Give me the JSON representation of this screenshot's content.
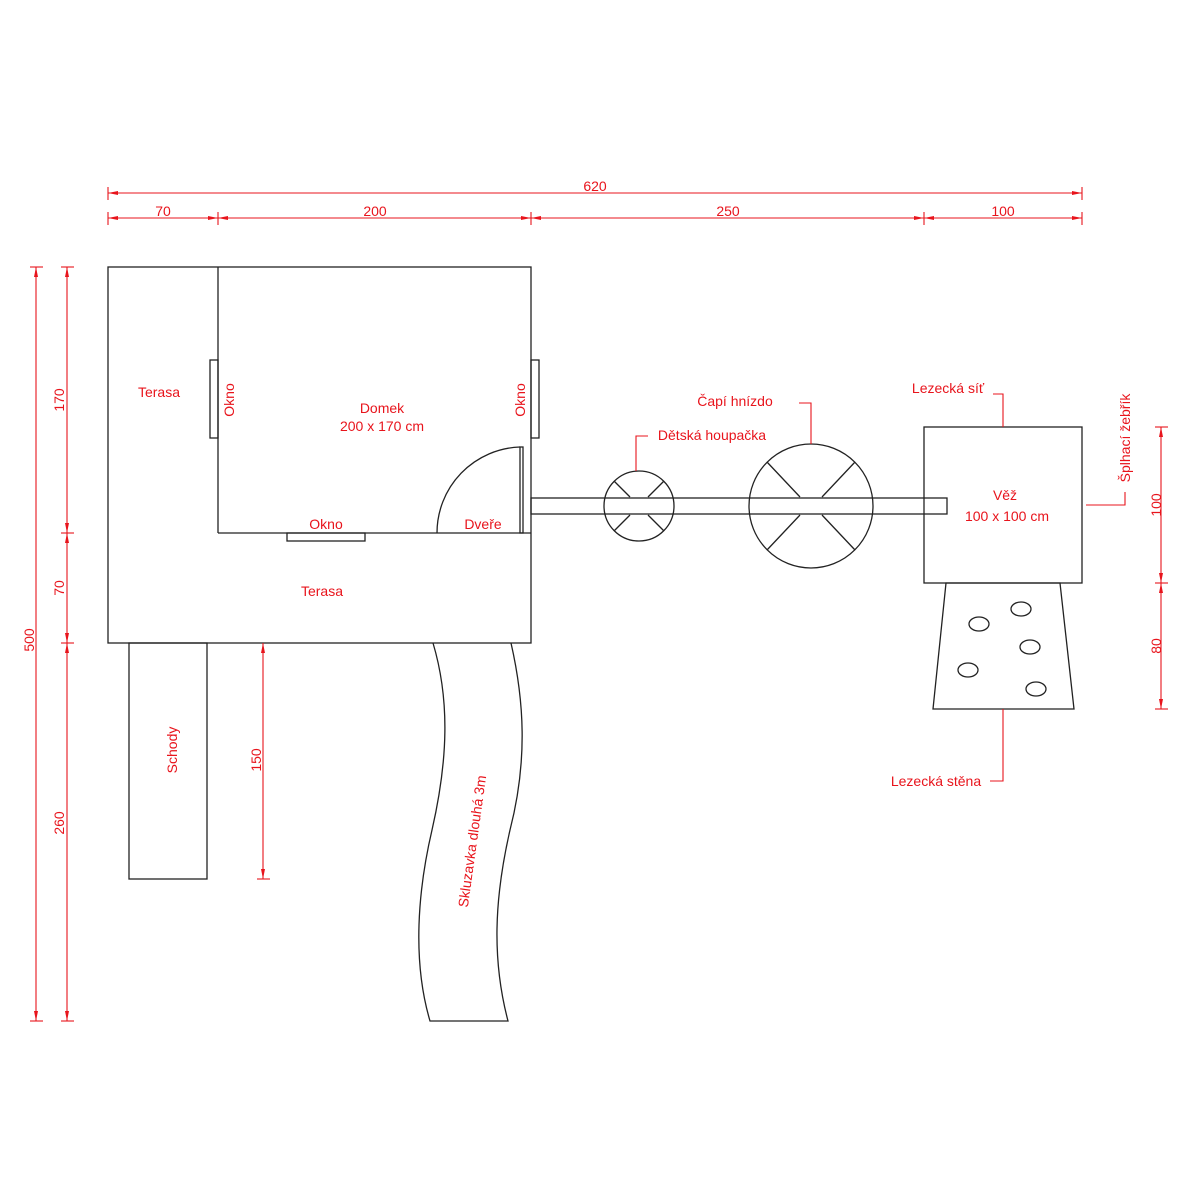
{
  "dimensions": {
    "total_width": "620",
    "segments": [
      "70",
      "200",
      "250",
      "100"
    ],
    "total_height": "500",
    "left_segments": [
      "170",
      "70",
      "260"
    ],
    "stairs_length": "150",
    "tower_height": "100",
    "wall_height": "80"
  },
  "labels": {
    "terrace_top": "Terasa",
    "window_left": "Okno",
    "house_name": "Domek",
    "house_size": "200 x 170 cm",
    "window_right": "Okno",
    "window_bottom": "Okno",
    "door": "Dveře",
    "terrace_bottom": "Terasa",
    "stairs": "Schody",
    "slide": "Skluzavka dlouhá 3m",
    "child_swing": "Dětská houpačka",
    "stork_nest": "Čapí hnízdo",
    "climbing_net": "Lezecká síť",
    "rope_ladder": "Šplhací žebřík",
    "tower_name": "Věž",
    "tower_size": "100 x 100 cm",
    "climbing_wall": "Lezecká stěna"
  },
  "colors": {
    "annotation": "#e8141c",
    "outline": "#222222"
  }
}
